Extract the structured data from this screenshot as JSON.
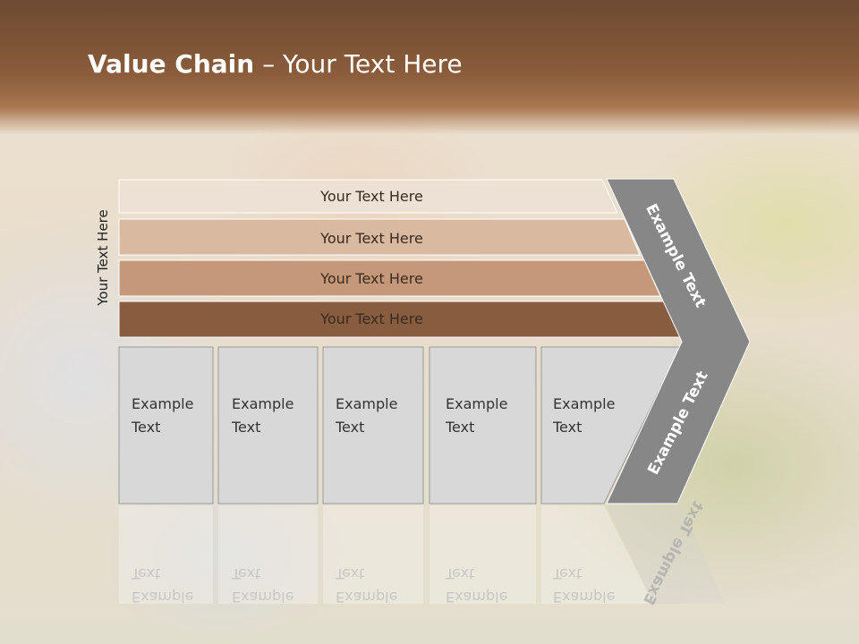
{
  "slide": {
    "title_bold": "Value Chain",
    "title_rest": " – Your Text Here",
    "side_label": "Your Text Here"
  },
  "bands": [
    {
      "label": "Your Text Here",
      "color": "#ede1d6"
    },
    {
      "label": "Your Text Here",
      "color": "#d9b9a0"
    },
    {
      "label": "Your Text Here",
      "color": "#c5987a"
    },
    {
      "label": "Your Text Here",
      "color": "#875c3f"
    }
  ],
  "cells": [
    {
      "line1": "Example",
      "line2": "Text"
    },
    {
      "line1": "Example",
      "line2": "Text"
    },
    {
      "line1": "Example",
      "line2": "Text"
    },
    {
      "line1": "Example",
      "line2": "Text"
    },
    {
      "line1": "Example",
      "line2": "Text"
    }
  ],
  "arrow": {
    "upper_label": "Example Text",
    "lower_label": "Example Text",
    "color": "#878787"
  }
}
